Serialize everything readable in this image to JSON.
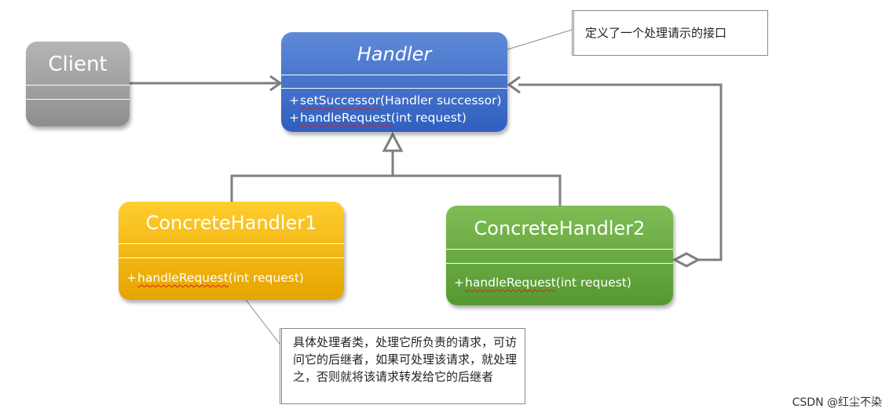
{
  "client": {
    "name": "Client"
  },
  "handler": {
    "name": "Handler",
    "methods": [
      {
        "prefix": "+",
        "name": "setSuccessor",
        "params": "(Handler successor)"
      },
      {
        "prefix": "+",
        "name": "handleRequest",
        "params": "(int request)"
      }
    ]
  },
  "concrete_handler_1": {
    "name": "ConcreteHandler1",
    "methods": [
      {
        "prefix": "+",
        "name": "handleRequest",
        "params": "(int request)"
      }
    ]
  },
  "concrete_handler_2": {
    "name": "ConcreteHandler2",
    "methods": [
      {
        "prefix": "+",
        "name": "handleRequest",
        "params": "(int request)"
      }
    ]
  },
  "notes": {
    "handler_note": "定义了一个处理请示的接口",
    "concrete_note": "具体处理者类，处理它所负责的请求，可访问它的后继者，如果可处理该请求，就处理之，否则就将该请求转发给它的后继者"
  },
  "watermark": "CSDN @红尘不染",
  "colors": {
    "client": "#9e9e9e",
    "handler": "#4472c4",
    "concrete_handler_1": "#ffc000",
    "concrete_handler_2": "#70ad47",
    "connector": "#7f7f7f"
  }
}
